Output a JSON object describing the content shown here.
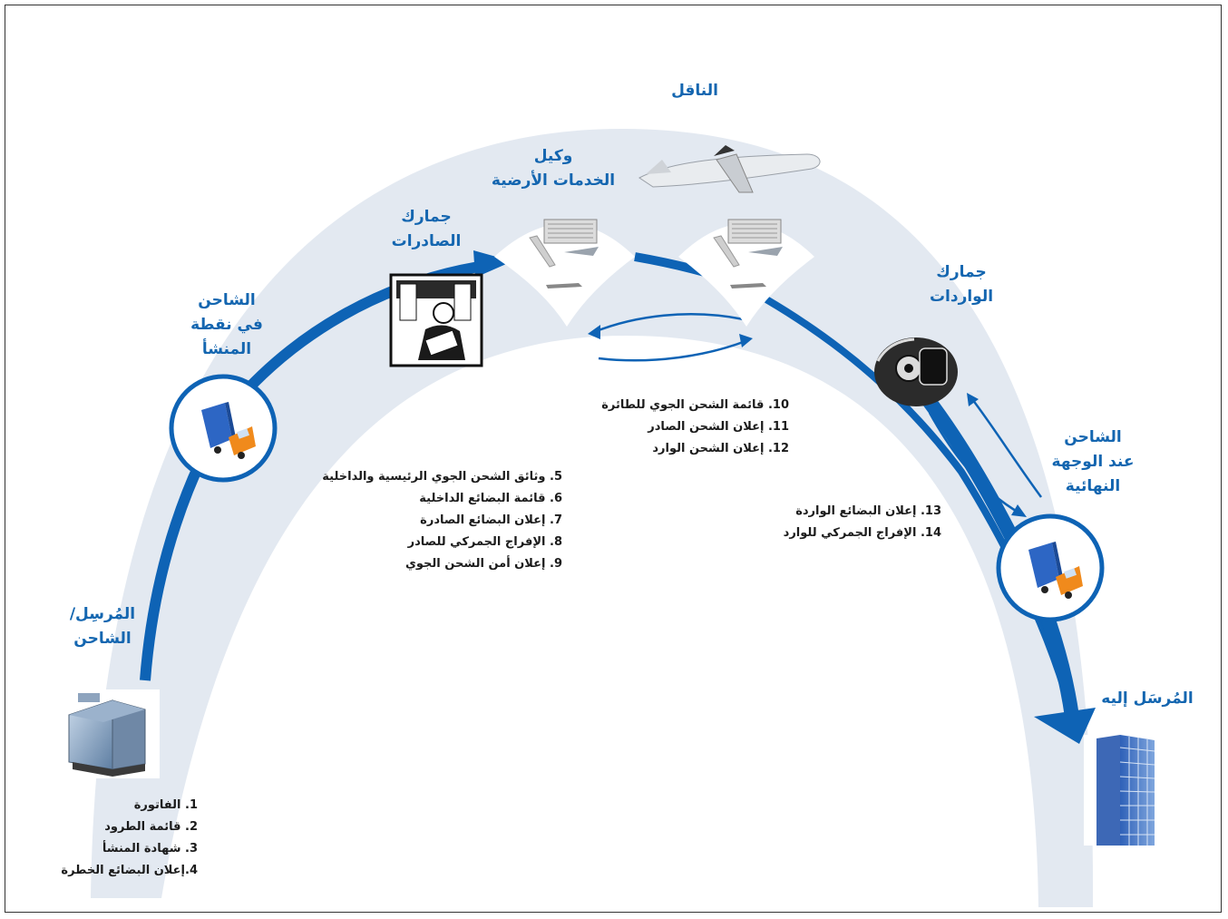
{
  "colors": {
    "arch": "#e3e9f1",
    "arrow": "#0e63b5",
    "label": "#1466b0",
    "text": "#1b1b1b"
  },
  "labels": {
    "carrier": [
      "الناقل"
    ],
    "ground_handling_agent": [
      "وكيل",
      "الخدمات الأرضية"
    ],
    "export_customs": [
      "جمارك",
      "الصادرات"
    ],
    "shipper_origin": [
      "الشاحن",
      "في نقطة",
      "المنشأ"
    ],
    "import_customs": [
      "جمارك",
      "الواردات"
    ],
    "shipper_destination": [
      "الشاحن",
      "عند الوجهة",
      "النهائية"
    ],
    "sender_shipper": [
      "المُرسِل/",
      "الشاحن"
    ],
    "consignee": [
      "المُرسَل إليه"
    ]
  },
  "documents": {
    "sender": [
      "1. الفاتورة",
      "2. قائمة الطرود",
      "3. شهادة المنشأ",
      "4.إعلان البضائع الخطرة"
    ],
    "origin": [
      "5. وثائق الشحن الجوي الرئيسية والداخلية",
      "6. قائمة البضائع الداخلية",
      "7. إعلان البضائع الصادرة",
      "8. الإفراج الجمركي للصادر",
      "9. إعلان أمن الشحن الجوي"
    ],
    "ground": [
      "10. قائمة الشحن الجوي للطائرة",
      "11. إعلان الشحن الصادر",
      "12. إعلان الشحن الوارد"
    ],
    "destination": [
      "13. إعلان البضائع الواردة",
      "14. الإفراج الجمركي للوارد"
    ]
  },
  "icons": [
    "airplane-icon",
    "warehouse-icon",
    "customs-officer-icon",
    "truck-icon",
    "telephone-icon",
    "office-building-icon",
    "skyscraper-icon"
  ]
}
